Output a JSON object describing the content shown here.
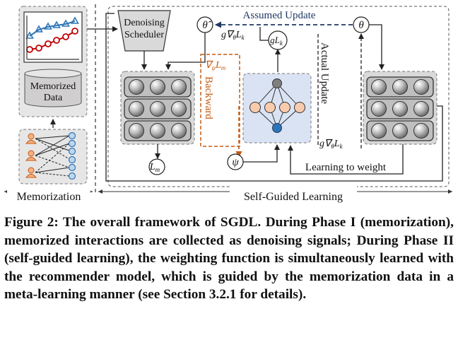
{
  "diagram": {
    "labels": {
      "scheduler": [
        "Denoising",
        "Scheduler"
      ],
      "memorized_data": [
        "Memorized",
        "Data"
      ],
      "assumed_update": "Assumed Update",
      "actual_update": "Actual Update",
      "backward": "Backward",
      "learning_to_weight": "Learning to weight",
      "theta_hat": "θ̂",
      "theta": "θ",
      "psi": "ψ",
      "l_m": "L",
      "l_m_sub": "m",
      "g_grad_theta_lk": "g∇",
      "g_grad_sub": "θ",
      "g_grad_l": "L",
      "g_grad_l_sub": "k",
      "g_lk": "gL",
      "g_lk_sub": "k",
      "grad_psi_lm": "∇",
      "grad_psi_sub": "ψ",
      "grad_psi_l": "L",
      "grad_psi_l_sub": "m",
      "memorization": "Memorization",
      "self_guided_learning": "Self-Guided Learning"
    },
    "colors": {
      "assumed_update": "#1f3864",
      "backward": "#c55a11",
      "chart_blue": "#2e75b6",
      "chart_red": "#c00000",
      "panel_fill": "#d9d9d9",
      "node_orange": "#f8cbad",
      "node_blue": "#2e75b6",
      "node_gray": "#7f7f7f",
      "user_icon": "#c55a11",
      "item_node": "#9dc3e6"
    }
  },
  "caption": "Figure 2: The overall framework of SGDL. During Phase I (memorization), memorized interactions are collected as denoising signals; During Phase II (self-guided learning), the weighting function is simultaneously learned with the recommender model, which is guided by the memorization data in a meta-learning manner (see Section 3.2.1 for details)."
}
